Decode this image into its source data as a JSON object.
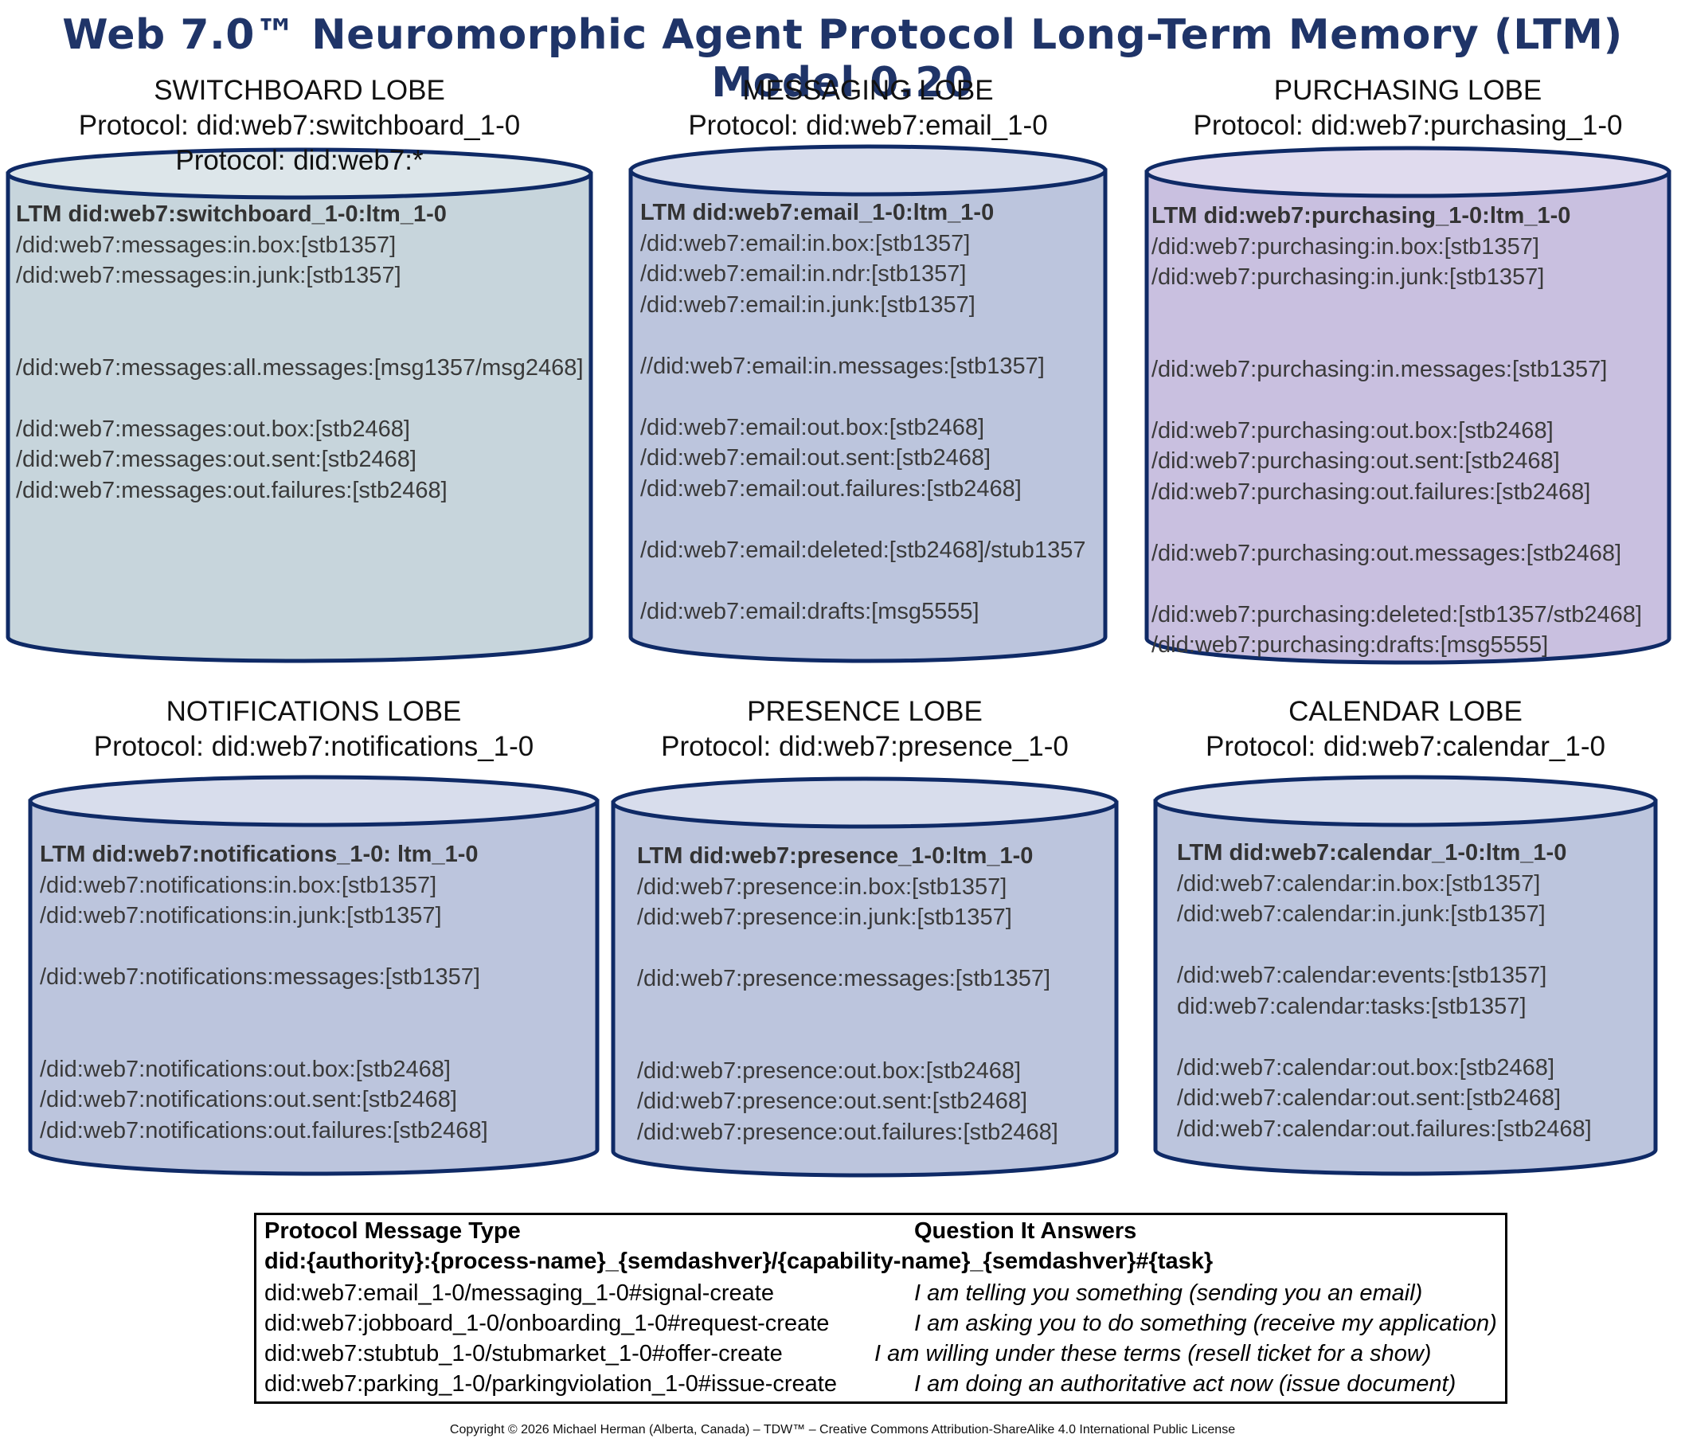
{
  "title": "Web 7.0™ Neuromorphic Agent Protocol Long-Term Memory (LTM) Model 0.20",
  "lobes": [
    {
      "name": "SWITCHBOARD LOBE",
      "protocols": [
        "Protocol: did:web7:switchboard_1-0",
        "Protocol: did:web7:*"
      ],
      "ltm": "LTM did:web7:switchboard_1-0:ltm_1-0",
      "lines": [
        "/did:web7:messages:in.box:[stb1357]",
        "/did:web7:messages:in.junk:[stb1357]",
        "",
        "",
        "/did:web7:messages:all.messages:[msg1357/msg2468]",
        "",
        "/did:web7:messages:out.box:[stb2468]",
        "/did:web7:messages:out.sent:[stb2468]",
        "/did:web7:messages:out.failures:[stb2468]"
      ],
      "fill": "#c7d5dc",
      "top_fill": "#dde6ea"
    },
    {
      "name": "MESSAGING LOBE",
      "protocols": [
        "Protocol: did:web7:email_1-0"
      ],
      "ltm": "LTM did:web7:email_1-0:ltm_1-0",
      "lines": [
        "/did:web7:email:in.box:[stb1357]",
        "/did:web7:email:in.ndr:[stb1357]",
        "/did:web7:email:in.junk:[stb1357]",
        "",
        "//did:web7:email:in.messages:[stb1357]",
        "",
        "/did:web7:email:out.box:[stb2468]",
        "/did:web7:email:out.sent:[stb2468]",
        "/did:web7:email:out.failures:[stb2468]",
        "",
        "/did:web7:email:deleted:[stb2468]/stub1357",
        "",
        "/did:web7:email:drafts:[msg5555]"
      ],
      "fill": "#bcc5dd",
      "top_fill": "#d8ddec"
    },
    {
      "name": "PURCHASING LOBE",
      "protocols": [
        "Protocol: did:web7:purchasing_1-0"
      ],
      "ltm": "LTM did:web7:purchasing_1-0:ltm_1-0",
      "lines": [
        "/did:web7:purchasing:in.box:[stb1357]",
        "/did:web7:purchasing:in.junk:[stb1357]",
        "",
        "",
        "/did:web7:purchasing:in.messages:[stb1357]",
        "",
        "/did:web7:purchasing:out.box:[stb2468]",
        "/did:web7:purchasing:out.sent:[stb2468]",
        "/did:web7:purchasing:out.failures:[stb2468]",
        "",
        "/did:web7:purchasing:out.messages:[stb2468]",
        "",
        "/did:web7:purchasing:deleted:[stb1357/stb2468]",
        "/did:web7:purchasing:drafts:[msg5555]"
      ],
      "fill": "#c9c0e0",
      "top_fill": "#e0dbee"
    },
    {
      "name": "NOTIFICATIONS LOBE",
      "protocols": [
        "Protocol: did:web7:notifications_1-0"
      ],
      "ltm": "LTM did:web7:notifications_1-0: ltm_1-0",
      "lines": [
        "/did:web7:notifications:in.box:[stb1357]",
        "/did:web7:notifications:in.junk:[stb1357]",
        "",
        "/did:web7:notifications:messages:[stb1357]",
        "",
        "",
        "/did:web7:notifications:out.box:[stb2468]",
        "/did:web7:notifications:out.sent:[stb2468]",
        "/did:web7:notifications:out.failures:[stb2468]"
      ],
      "fill": "#bcc5dd",
      "top_fill": "#d8ddec"
    },
    {
      "name": "PRESENCE LOBE",
      "protocols": [
        "Protocol: did:web7:presence_1-0"
      ],
      "ltm": "LTM did:web7:presence_1-0:ltm_1-0",
      "lines": [
        "/did:web7:presence:in.box:[stb1357]",
        "/did:web7:presence:in.junk:[stb1357]",
        "",
        "/did:web7:presence:messages:[stb1357]",
        "",
        "",
        "/did:web7:presence:out.box:[stb2468]",
        "/did:web7:presence:out.sent:[stb2468]",
        "/did:web7:presence:out.failures:[stb2468]"
      ],
      "fill": "#bcc5dd",
      "top_fill": "#d8ddec"
    },
    {
      "name": "CALENDAR LOBE",
      "protocols": [
        "Protocol: did:web7:calendar_1-0"
      ],
      "ltm": "LTM did:web7:calendar_1-0:ltm_1-0",
      "lines": [
        "/did:web7:calendar:in.box:[stb1357]",
        "/did:web7:calendar:in.junk:[stb1357]",
        "",
        "/did:web7:calendar:events:[stb1357]",
        "did:web7:calendar:tasks:[stb1357]",
        "",
        "/did:web7:calendar:out.box:[stb2468]",
        "/did:web7:calendar:out.sent:[stb2468]",
        "/did:web7:calendar:out.failures:[stb2468]"
      ],
      "fill": "#bcc5dd",
      "top_fill": "#d8ddec"
    }
  ],
  "legend": {
    "col1_header": "Protocol Message Type",
    "col2_header": "Question It Answers",
    "format": "did:{authority}:{process-name}_{semdashver}/{capability-name}_{semdashver}#{task}",
    "rows": [
      {
        "type": "did:web7:email_1-0/messaging_1-0#signal-create",
        "answer": "I am telling you something (sending you an email)"
      },
      {
        "type": "did:web7:jobboard_1-0/onboarding_1-0#request-create",
        "answer": "I am asking you to do something (receive my application)"
      },
      {
        "type": "did:web7:stubtub_1-0/stubmarket_1-0#offer-create",
        "answer": "I am willing under these terms (resell ticket for a show)"
      },
      {
        "type": "did:web7:parking_1-0/parkingviolation_1-0#issue-create",
        "answer": "I am doing an authoritative act now (issue document)"
      }
    ]
  },
  "copyright": "Copyright © 2026 Michael Herman (Alberta, Canada) – TDW™ – Creative Commons Attribution-ShareAlike 4.0 International Public License"
}
